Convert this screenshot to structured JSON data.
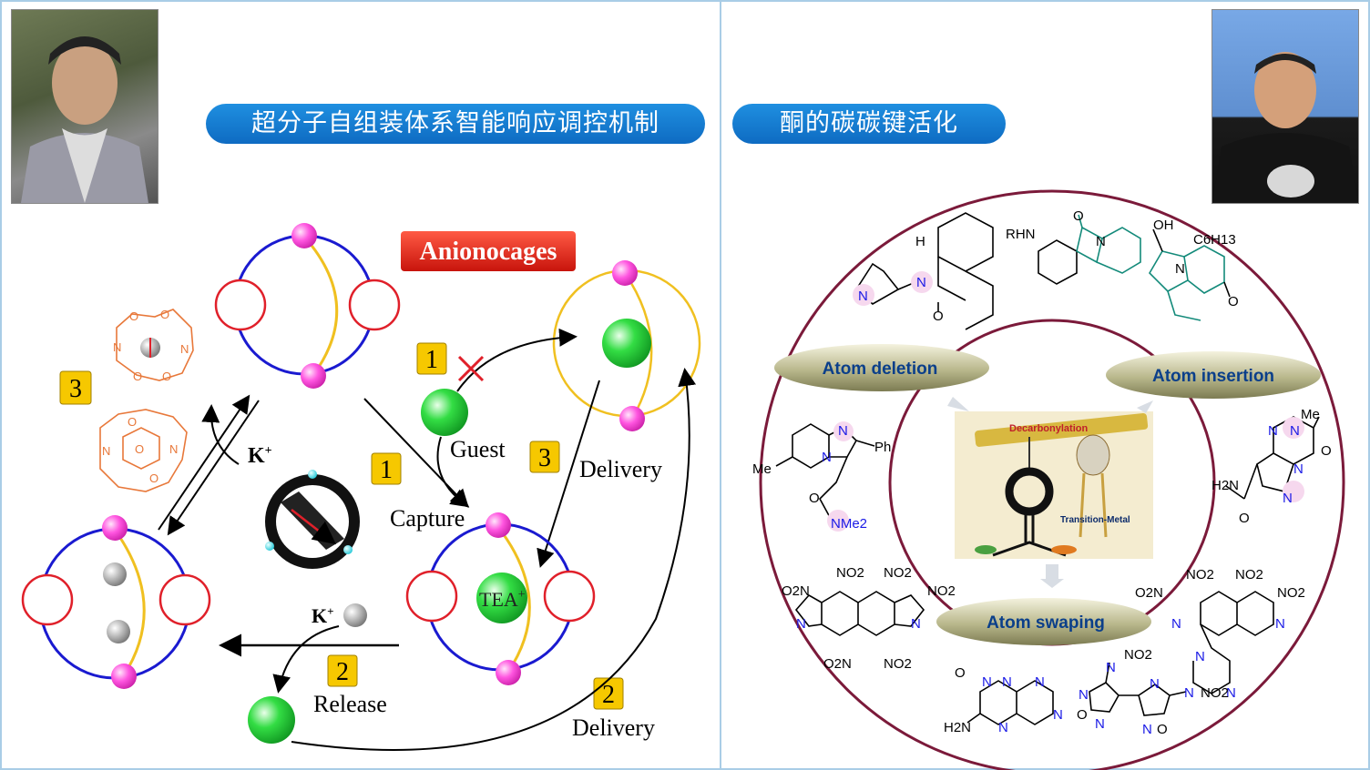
{
  "left": {
    "title": "超分子自组装体系智能响应调控机制",
    "badge": "Anionocages",
    "labels": {
      "guest": "Guest",
      "capture": "Capture",
      "delivery_top": "Delivery",
      "delivery_bottom": "Delivery",
      "release": "Release",
      "tea": "TEA",
      "tea_sup": "+",
      "k_upper": "K",
      "k_upper_sup": "+",
      "k_lower": "K",
      "k_lower_sup": "+"
    },
    "step_numbers": {
      "n3_left": "3",
      "n1_top": "1",
      "n1_mid": "1",
      "n3_right": "3",
      "n2_release": "2",
      "n2_delivery": "2"
    },
    "crown_letters": {
      "o": "O",
      "n": "N"
    }
  },
  "right": {
    "title": "酮的碳碳键活化",
    "ring_labels": {
      "deletion": "Atom deletion",
      "insertion": "Atom insertion",
      "swaping": "Atom swaping"
    },
    "center_image": {
      "top_text": "Decarbonylation",
      "side_text": "Transition-Metal"
    },
    "chem": {
      "h": "H",
      "n": "N",
      "o": "O",
      "rhn": "RHN",
      "oh": "OH",
      "c6h13": "C6H13",
      "ph": "Ph",
      "me": "Me",
      "nme2": "NMe2",
      "h2n": "H2N",
      "no2": "NO2",
      "o2n": "O2N"
    }
  },
  "colors": {
    "pill_blue": "#0e6bc2",
    "ring_maroon": "#7b1a3a",
    "circle_blue": "#1a1ad0",
    "circle_red": "#e0202a",
    "arc_yellow": "#f0c020",
    "node_magenta": "#ff44dd",
    "guest_green": "#22cc33",
    "step_yellow": "#f6c800",
    "badge_red": "#e8241c",
    "crown_orange": "#e8783a"
  },
  "icons": {
    "left_photo": "portrait-photo",
    "right_photo": "portrait-photo",
    "center_image": "decarbonylation-illustration"
  }
}
